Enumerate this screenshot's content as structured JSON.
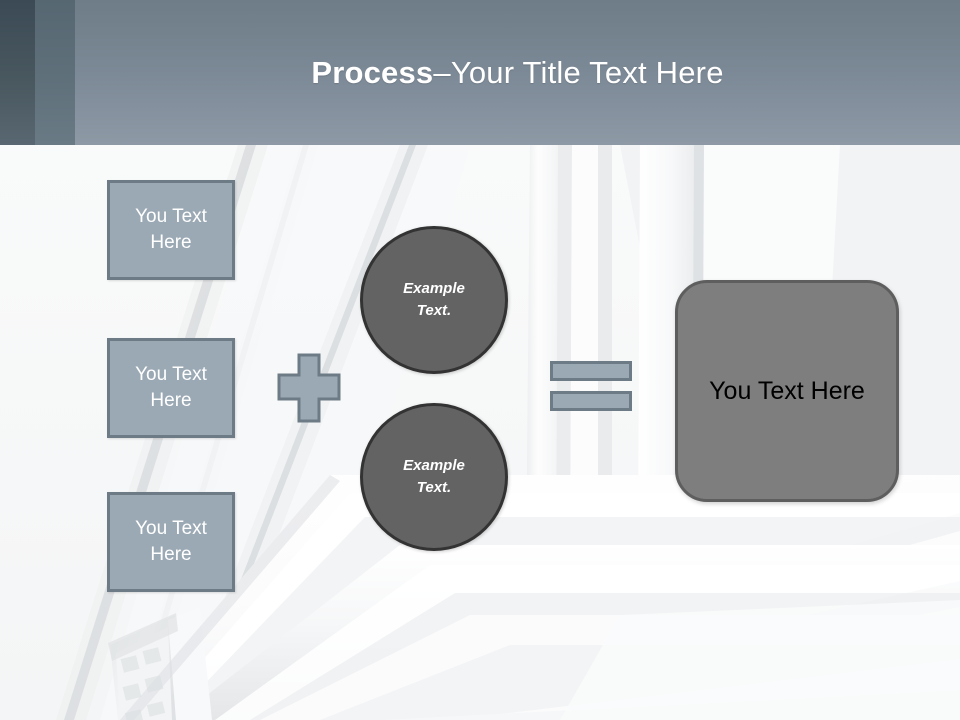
{
  "slide": {
    "header": {
      "title_bold": "Process",
      "title_separator": " – ",
      "title_rest": "Your Title Text Here",
      "band_dark_color": "#3b4a55",
      "band_mid_color": "#566772",
      "band_main_color": "#7b8895"
    },
    "background": {
      "description": "white-pvc-window-frame-photo",
      "base_color": "#f7f8f8"
    },
    "inputs": [
      {
        "label": "You Text Here",
        "line1": "You Text",
        "line2": "Here",
        "fill": "#9ba9b5",
        "stroke": "#6d7b86"
      },
      {
        "label": "You Text Here",
        "line1": "You Text",
        "line2": "Here",
        "fill": "#9ba9b5",
        "stroke": "#6d7b86"
      },
      {
        "label": "You Text Here",
        "line1": "You Text",
        "line2": "Here",
        "fill": "#9ba9b5",
        "stroke": "#6d7b86"
      }
    ],
    "operators": {
      "plus": "+",
      "equals": "=",
      "fill": "#9ba9b5",
      "stroke": "#6d7b86"
    },
    "circles": [
      {
        "label": "Example Text.",
        "line1": "Example",
        "line2": "Text.",
        "fill": "#636363",
        "stroke": "#333333"
      },
      {
        "label": "Example Text.",
        "line1": "Example",
        "line2": "Text.",
        "fill": "#636363",
        "stroke": "#333333"
      }
    ],
    "result": {
      "label": "You Text Here",
      "fill": "#7e7e7e",
      "stroke": "#5e5e5e",
      "text_color": "#000000"
    }
  }
}
